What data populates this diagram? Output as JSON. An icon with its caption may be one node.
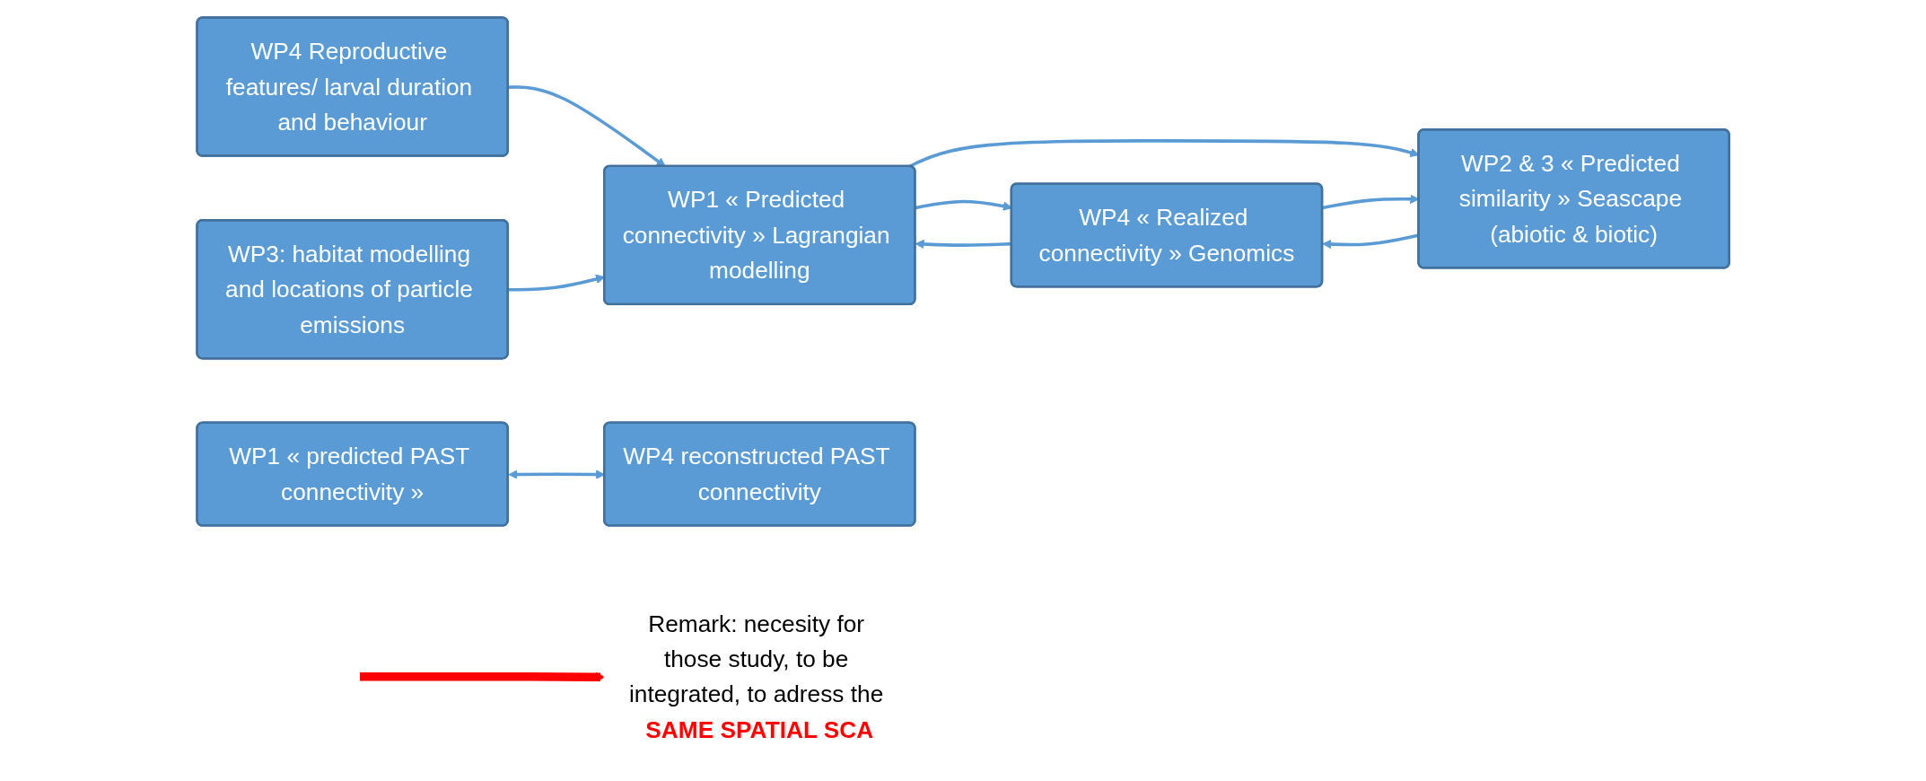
{
  "diagram": {
    "nodes": [
      {
        "text": [
          "WP4 Reproductive features/ larval duration and behaviour"
        ]
      },
      {
        "text": [
          "WP1 « predicted PAST connectivity »"
        ]
      },
      {
        "text": [
          "WP1 « Predicted connectivity » Lagrangian modelling"
        ]
      },
      {
        "text": [
          "WP4 « Realized connectivity » Genomics"
        ]
      },
      {
        "text": [
          "WP4 reconstructed PAST connectivity"
        ]
      },
      {
        "text": [
          "WP3: habitat modelling and locations of particle emissions"
        ]
      },
      {
        "text": [
          "WP2 & 3 « Predicted similarity » Seascape (abiotic & biotic)"
        ]
      },
      {
        "text": [
          "Remark: necesity for those study, to be integrated, to adress the **SAME SPATIAL SCA**"
        ]
      }
    ],
    "edges": [
      {
        "from": 0,
        "to": 2,
        "arrow": "to"
      },
      {
        "from": 3,
        "to": 2,
        "arrow": "to"
      },
      {
        "from": 2,
        "to": 3,
        "arrow": "to"
      },
      {
        "from": 2,
        "to": 6,
        "arrow": "to"
      },
      {
        "from": 3,
        "to": 6,
        "arrow": "to"
      },
      {
        "from": 6,
        "to": 3,
        "arrow": "to"
      },
      {
        "from": 5,
        "to": 2,
        "arrow": "to"
      },
      {
        "from": 1,
        "to": 4,
        "arrow": "both"
      },
      {
        "from": null,
        "to": 7,
        "arrow": "to",
        "style": "thick",
        "color": "#ff0000"
      }
    ]
  }
}
